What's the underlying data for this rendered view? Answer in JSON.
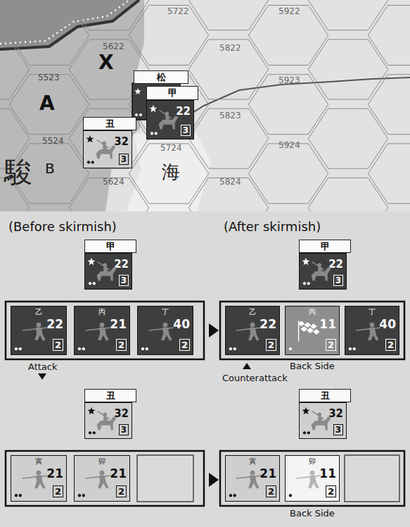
{
  "diagram": {
    "nodes": [
      {
        "text": [
          "松"
        ]
      },
      {
        "text": [
          "甲"
        ]
      },
      {
        "text": [
          "22",
          "3"
        ]
      },
      {
        "text": [
          "丑"
        ]
      },
      {
        "text": [
          "32",
          "3"
        ]
      },
      {
        "text": [
          "甲"
        ]
      },
      {
        "text": [
          "22",
          "3"
        ]
      },
      {
        "text": [
          "乙",
          "22",
          "2"
        ]
      },
      {
        "text": [
          "丙",
          "21",
          "2"
        ]
      },
      {
        "text": [
          "丁",
          "40",
          "2"
        ]
      },
      {
        "text": [
          "丑"
        ]
      },
      {
        "text": [
          "32",
          "3"
        ]
      },
      {
        "text": [
          "寅",
          "21",
          "2"
        ]
      },
      {
        "text": [
          "卯",
          "21",
          "2"
        ]
      },
      {
        "text": [
          "甲"
        ]
      },
      {
        "text": [
          "22",
          "3"
        ]
      },
      {
        "text": [
          "乙",
          "22",
          "2"
        ]
      },
      {
        "text": [
          "丙",
          "11",
          "2"
        ]
      },
      {
        "text": [
          "丁",
          "40",
          "2"
        ]
      },
      {
        "text": [
          "丑"
        ]
      },
      {
        "text": [
          "32",
          "3"
        ]
      },
      {
        "text": [
          "寅",
          "21",
          "2"
        ]
      },
      {
        "text": [
          "卯",
          "11",
          "2"
        ]
      }
    ],
    "labels": [
      "5722",
      "5922",
      "5622",
      "5822",
      "5523",
      "5923",
      "5823",
      "5724",
      "5924",
      "5524",
      "5624",
      "5824",
      "X",
      "A",
      "B",
      "駿",
      "海",
      "(Before skirmish)",
      "(After skirmish)",
      "Attack",
      "Counterattack",
      "Back Side",
      "Back Side"
    ]
  }
}
